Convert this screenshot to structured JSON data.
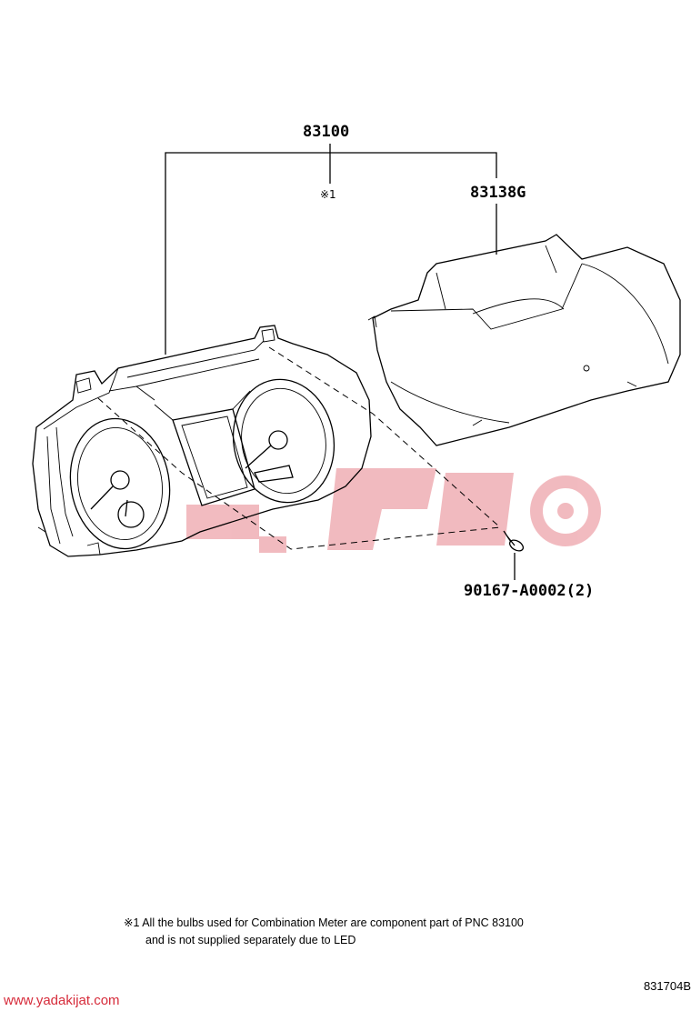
{
  "parts": {
    "assembly": "83100",
    "note_ref": "※1",
    "hood": "83138G",
    "screw": "90167-A0002(2)"
  },
  "footnote": {
    "line1": "※1 All the bulbs used for Combination Meter are component part of PNC 83100",
    "line2": "and is not supplied separately due to LED"
  },
  "watermark": {
    "url": "www.yadakijat.com"
  },
  "diagram_id": "831704B",
  "colors": {
    "line": "#000000",
    "watermark": "#d62b3a",
    "watermark_faint": "#f1c5ca"
  }
}
